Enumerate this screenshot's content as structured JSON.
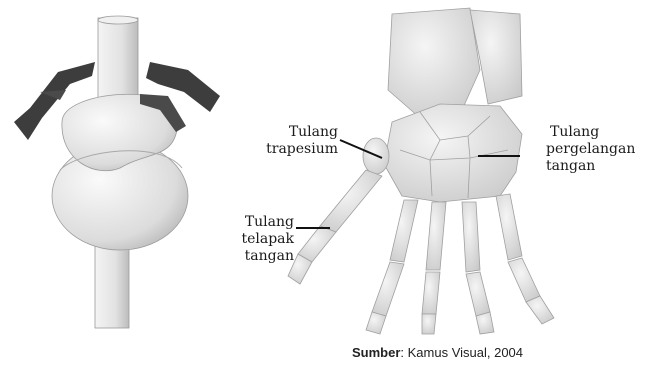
{
  "labels": {
    "trapezium": [
      "Tulang",
      "trapesium"
    ],
    "carpal": [
      "Tulang",
      "pergelangan",
      "tangan"
    ],
    "metacarpal": [
      "Tulang",
      "telapak",
      "tangan"
    ]
  },
  "source": {
    "prefix": "Sumber",
    "text": ": Kamus Visual, 2004"
  },
  "colors": {
    "bone": "#e6e6e6",
    "bone_shade": "#c4c4c4",
    "arrow": "#3d3d3d",
    "leader": "#111111"
  }
}
